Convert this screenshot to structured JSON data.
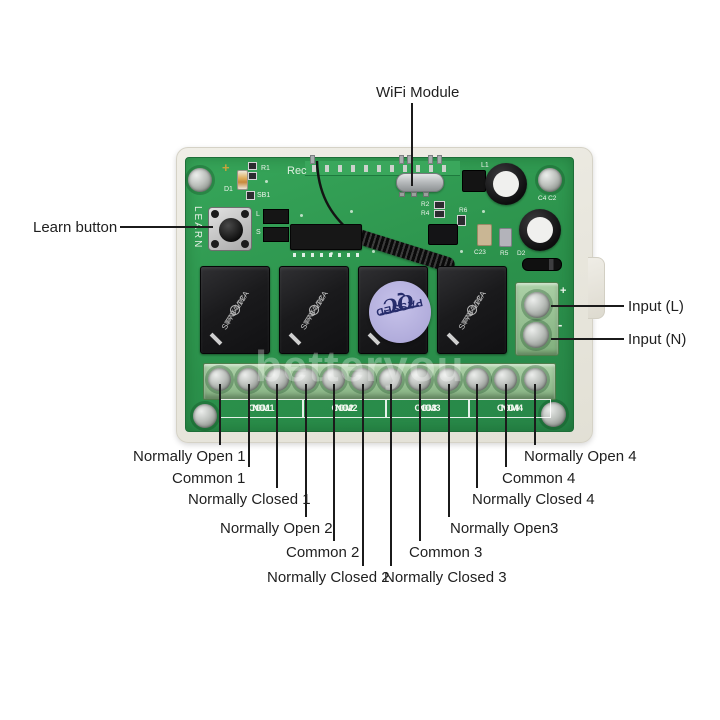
{
  "annotations": {
    "wifi_module": "WiFi Module",
    "learn_button": "Learn button",
    "input_l": "Input (L)",
    "input_n": "Input (N)",
    "callouts": [
      "Normally Open 1",
      "Common 1",
      "Normally Closed 1",
      "Normally Open 2",
      "Common 2",
      "Normally Closed 2",
      "Normally Closed 3",
      "Common 3",
      "Normally Open3",
      "Normally Closed 4",
      "Common 4",
      "Normally Open 4"
    ]
  },
  "board": {
    "terminal_silkscreen": [
      "NO1",
      "COM1",
      "NC1",
      "NO2",
      "COM2",
      "NC2",
      "NO3",
      "COM3",
      "NC3",
      "NO4",
      "COM4",
      "NC4"
    ],
    "silkscreen": {
      "learn": "LEARN",
      "receiver": "Rec",
      "plus": "+",
      "r1": "R1",
      "sb1": "SB1",
      "d1": "D1",
      "jumper_l": "L",
      "jumper_s": "S",
      "r2": "R2",
      "r4": "R4",
      "r6": "R6",
      "l1": "L1",
      "c4_c2": "C4 C2",
      "c23": "C23",
      "r5": "R5",
      "d2": "D2",
      "input_plus": "+",
      "input_minus": "-"
    },
    "relay": {
      "model": "ST78-112A",
      "rating1": "8A 250VAC",
      "rating2": "20A 14VDC"
    },
    "qc_sticker": {
      "line1": "QC",
      "line2": "PASSED"
    },
    "watermark": "betteryou"
  },
  "colors": {
    "pcb_green": "#2f9c52",
    "terminal_green": "#9cc795",
    "case_cream": "#eae8df",
    "relay_black": "#1b1b1d",
    "sticker_lavender": "#b7b2de",
    "annotation_text": "#1f1f1f",
    "silkscreen_white": "#eef4ec"
  }
}
